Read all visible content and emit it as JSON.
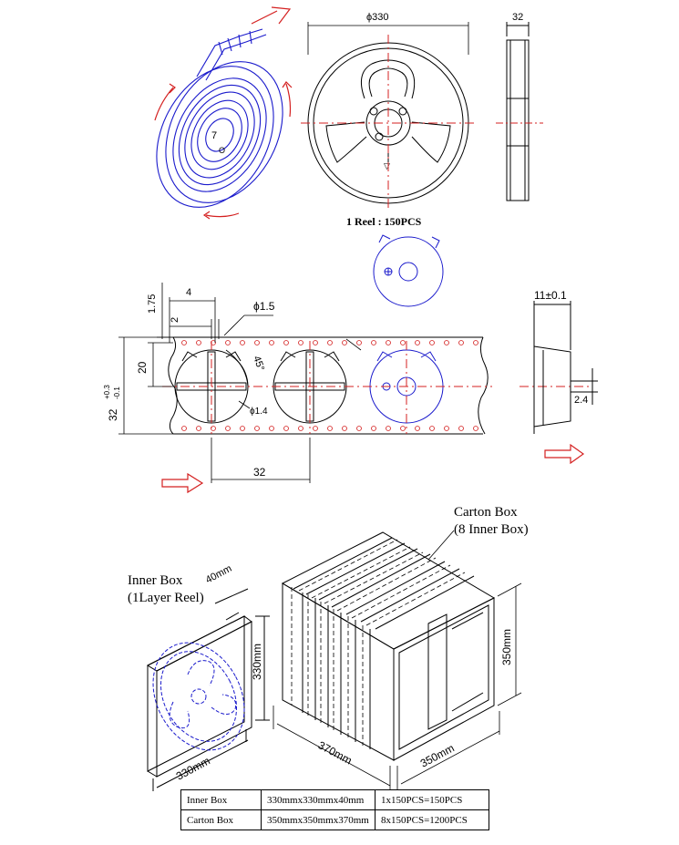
{
  "reel": {
    "diameter_label": "ϕ330",
    "width_label": "32",
    "caption": "1 Reel : 150PCS"
  },
  "tape": {
    "dim_175": "1.75",
    "dim_4": "4",
    "dim_2": "2",
    "dim_hole": "ϕ1.5",
    "dim_20": "20",
    "dim_width": "32",
    "dim_width_tol_plus": "+0.3",
    "dim_width_tol_minus": "-0.1",
    "dim_angle": "45°",
    "dim_pin": "ϕ1.4",
    "dim_pitch": "32",
    "dim_height": "11±0.1",
    "dim_thickness": "2.4"
  },
  "packing": {
    "carton_label_1": "Carton Box",
    "carton_label_2": "(8 Inner Box)",
    "inner_label_1": "Inner Box",
    "inner_label_2": "(1Layer Reel)",
    "inner_dim_depth": "40mm",
    "inner_dim_height": "330mm",
    "inner_dim_width": "330mm",
    "carton_dim_height": "350mm",
    "carton_dim_length": "370mm",
    "carton_dim_width": "350mm"
  },
  "table": {
    "rows": [
      [
        "Inner Box",
        "330mmx330mmx40mm",
        "1x150PCS=150PCS"
      ],
      [
        "Carton Box",
        "350mmx350mmx370mm",
        "8x150PCS=1200PCS"
      ]
    ]
  },
  "colors": {
    "accent_blue": "#1a1acc",
    "arrow_red": "#d42020",
    "line": "#000000"
  }
}
